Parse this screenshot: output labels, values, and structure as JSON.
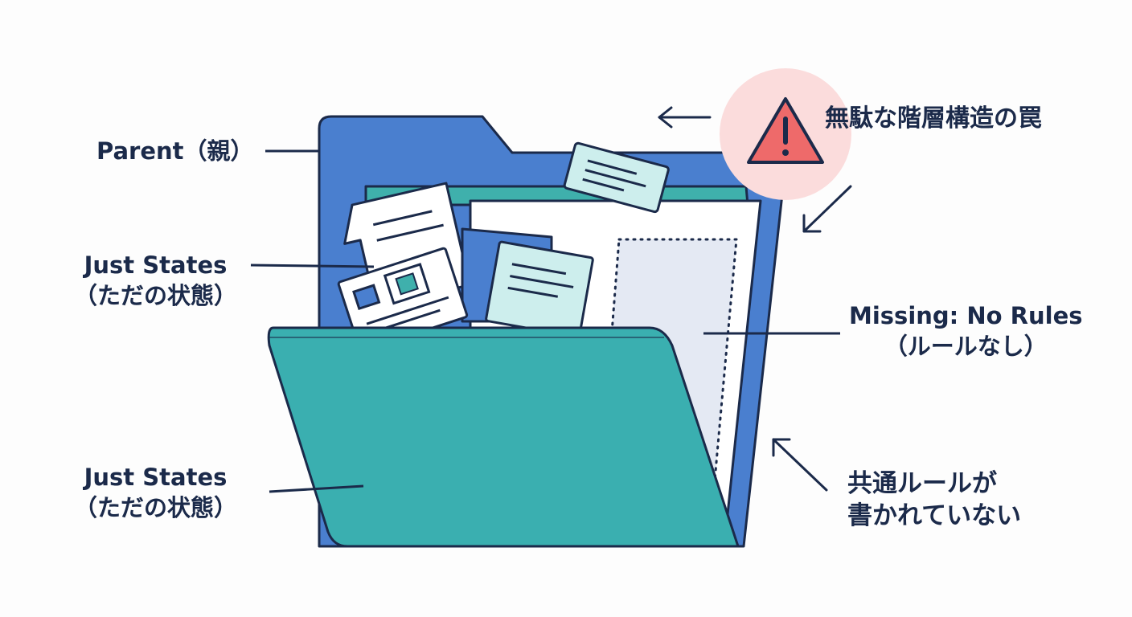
{
  "labels": {
    "parent": "Parent（親）",
    "just_states_top_line1": "Just States",
    "just_states_top_line2": "（ただの状態）",
    "just_states_bottom_line1": "Just States",
    "just_states_bottom_line2": "（ただの状態）",
    "missing_line1": "Missing: No Rules",
    "missing_line2": "（ルールなし）",
    "trap": "無駄な階層構造の罠",
    "no_rules_line1": "共通ルールが",
    "no_rules_line2": "書かれていない"
  },
  "icons": {
    "warning": "warning-triangle-icon"
  },
  "colors": {
    "ink": "#1b2a4a",
    "folder_blue": "#4a7fcf",
    "folder_teal": "#3aafb0",
    "inner_teal": "#3fb0ac",
    "note_mint": "#cdeeed",
    "paper": "#ffffff",
    "placeholder": "#e4e9f3",
    "alert_glow": "#fbdcdc",
    "alert_red": "#ee6a6a"
  }
}
